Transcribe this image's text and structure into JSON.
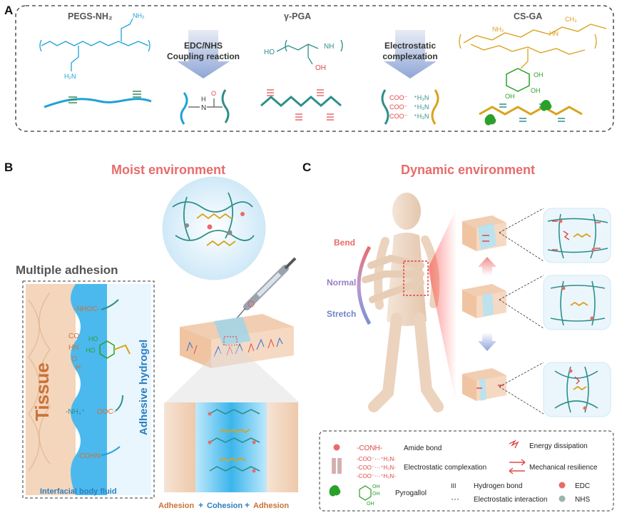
{
  "colors": {
    "cyan": "#1fa2d6",
    "teal": "#2f8f8a",
    "gold": "#d9a21b",
    "green": "#2aa02a",
    "red": "#e04848",
    "pink_title": "#e86b6b",
    "tissue": "#c9723a",
    "blue_text": "#2c7fc0",
    "gray_text": "#555555"
  },
  "panelA": {
    "label": "A",
    "pegs": {
      "title": "PEGS-NH₂",
      "nh2_top": "NH₂",
      "h2n_bottom": "H₂N"
    },
    "arrow1": {
      "line1": "EDC/NHS",
      "line2": "Coupling reaction"
    },
    "pga": {
      "title": "γ-PGA",
      "ho": "HO",
      "nh": "NH",
      "oh": "OH"
    },
    "arrow2": {
      "line1": "Electrostatic",
      "line2": "complexation"
    },
    "csga": {
      "title": "CS-GA",
      "ch3": "CH₃",
      "nh2": "NH₂",
      "oh": "OH",
      "hn": "HN"
    },
    "amide": {
      "h": "H",
      "n": "N",
      "o": "O"
    },
    "complex": {
      "coo": "COO⁻",
      "h3n": "⁺H₃N"
    }
  },
  "panelB": {
    "label": "B",
    "title": "Moist environment",
    "subtitle": "Multiple adhesion",
    "tissue": "Tissue",
    "hydrogel": "Adhesive hydrogel",
    "fluid": "Interfacial body fluid",
    "groups": [
      "-NHOC-",
      "CO",
      "HN",
      "O",
      "H",
      "HO",
      "-NH₃⁺",
      "OOC-",
      "-COHN-"
    ],
    "bottom": {
      "adhesion1": "Adhesion",
      "cohesion": "Cohesion",
      "adhesion2": "Adhesion"
    }
  },
  "panelC": {
    "label": "C",
    "title": "Dynamic environment",
    "motions": {
      "bend": "Bend",
      "normal": "Normal",
      "stretch": "Stretch"
    }
  },
  "legend": {
    "conh": "-CONH-",
    "amide": "Amide bond",
    "energy": "Energy dissipation",
    "coo_lines": [
      "-COO⁻···⁺H₃N-",
      "-COO⁻···⁺H₃N-",
      "-COO⁻···⁺H₃N-"
    ],
    "electro": "Electrostatic complexation",
    "resilience": "Mechanical resilience",
    "pyrogallol": "Pyrogallol",
    "hbond_symbol": "III",
    "hbond": "Hydrogen bond",
    "einteract_symbol": "···",
    "einteract": "Electrostatic interaction",
    "edc": "EDC",
    "nhs": "NHS",
    "oh": "OH"
  }
}
